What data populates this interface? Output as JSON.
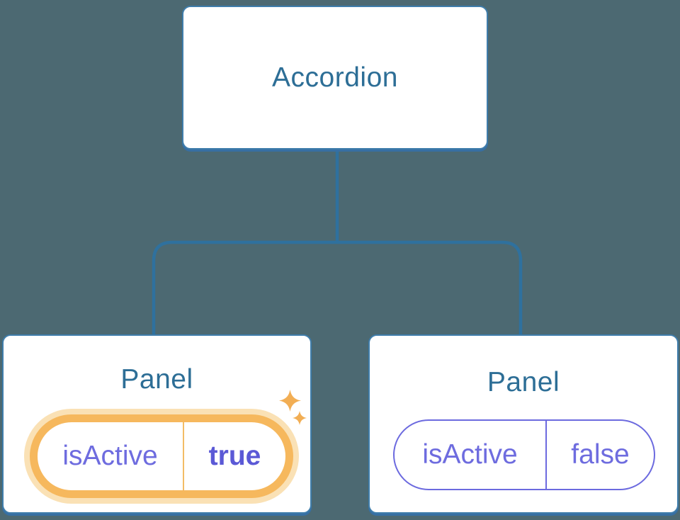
{
  "diagram": {
    "description": "React component tree: Accordion parent owning two Panel children with isActive state pills; the active panel's state is highlighted",
    "root": {
      "label": "Accordion"
    },
    "panels": [
      {
        "label": "Panel",
        "prop": "isActive",
        "value": "true",
        "active": true,
        "icon": "sparkles-icon"
      },
      {
        "label": "Panel",
        "prop": "isActive",
        "value": "false",
        "active": false
      }
    ],
    "colors": {
      "background": "#4C6972",
      "card_fill": "#FFFFFF",
      "card_border": "#3F7DAB",
      "card_bottom_edge": "#376FA3",
      "connector_line": "#2F719E",
      "node_text": "#2D6E96",
      "state_text": "#6E6CDF",
      "state_value_active": "#5B59D6",
      "state_pill_border_inactive": "#6C6ADF",
      "highlight_stroke": "#F6B85D",
      "highlight_glow": "#FAE1B5",
      "highlight_divider": "#F3BC66",
      "sparkle": "#F2AE54"
    }
  }
}
